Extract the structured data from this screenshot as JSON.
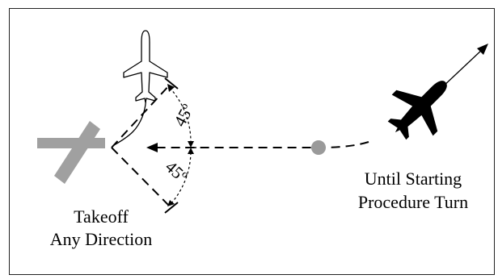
{
  "labels": {
    "takeoff_line1": "Takeoff",
    "takeoff_line2": "Any Direction",
    "turn_line1": "Until Starting",
    "turn_line2": "Procedure Turn",
    "angle_upper": "45º",
    "angle_lower": "45º"
  },
  "colors": {
    "runway": "#a0a0a0",
    "fix_point": "#9a9a9a",
    "line": "#000000",
    "aircraft_dark": "#000000",
    "aircraft_outline": "#000000"
  },
  "icons": {
    "light_aircraft": "airplane-outline-icon",
    "dark_aircraft": "airplane-solid-icon"
  }
}
